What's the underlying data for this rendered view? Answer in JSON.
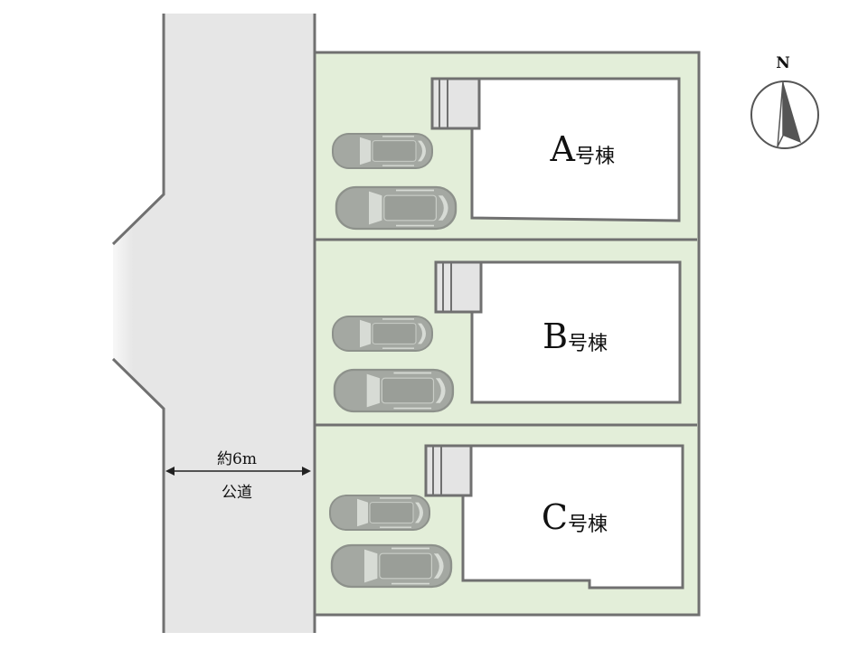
{
  "road": {
    "width_label": "約6m",
    "type_label": "公道"
  },
  "compass": {
    "north_label": "N"
  },
  "lots": [
    {
      "letter": "A",
      "suffix": "号棟",
      "parking_spaces": 2
    },
    {
      "letter": "B",
      "suffix": "号棟",
      "parking_spaces": 2
    },
    {
      "letter": "C",
      "suffix": "号棟",
      "parking_spaces": 2
    }
  ],
  "colors": {
    "lot_fill": "#e3eed9",
    "road_fill": "#e6e6e6",
    "line": "#707070",
    "car": "#a4a8a2"
  }
}
